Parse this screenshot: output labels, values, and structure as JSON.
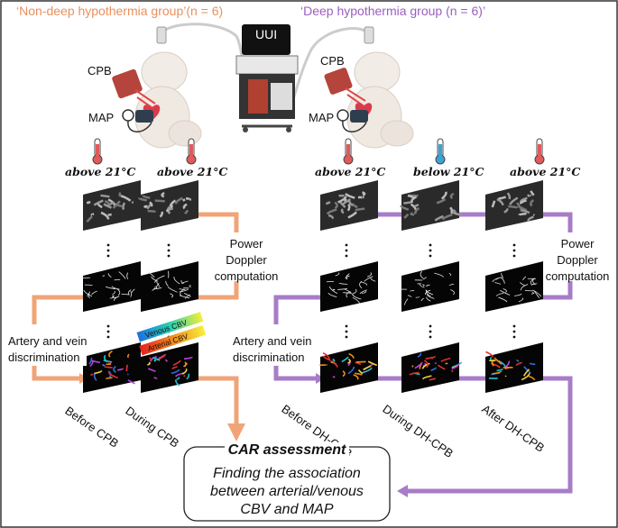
{
  "groups": {
    "non_deep": {
      "title": "‘Non-deep hypothermia group’(n = 6)",
      "color": "#e9905e",
      "temps": [
        "above 21°C",
        "above 21°C"
      ],
      "phases": [
        "Before CPB",
        "During CPB"
      ]
    },
    "deep": {
      "title": "‘Deep hypothermia group (n = 6)’",
      "color": "#9b5fc0",
      "temps": [
        "above 21°C",
        "below 21°C",
        "above 21°C"
      ],
      "phases": [
        "Before DH-CPB",
        "During DH-CPB",
        "After DH-CPB"
      ]
    }
  },
  "device": {
    "label": "UUI"
  },
  "patient_labels": {
    "cpb": "CPB",
    "map": "MAP"
  },
  "process": {
    "power_doppler": "Power Doppler computation",
    "power_doppler_lines": [
      "Power",
      "Doppler",
      "computation"
    ],
    "artery_vein": [
      "Artery and vein",
      "discrimination"
    ]
  },
  "overlay_tags": [
    "Venous CBV",
    "Arterial CBV"
  ],
  "car": {
    "title": "CAR assessment",
    "lines": [
      "Finding the association",
      "between arterial/venous",
      "CBV and MAP"
    ]
  },
  "colors": {
    "orange": "#e9905e",
    "purple": "#9b5fc0",
    "hot": "#e05a5a",
    "cold": "#3aa3d6"
  },
  "icons": [
    "thermometer-icon",
    "baby-icon",
    "heart-icon",
    "blood-pressure-cuff-icon",
    "ultrasound-device-icon"
  ]
}
